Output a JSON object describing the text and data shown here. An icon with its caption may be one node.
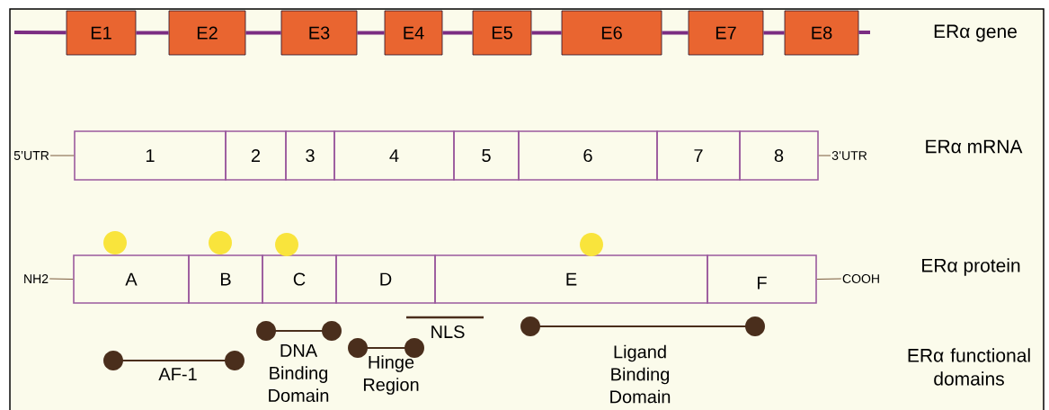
{
  "diagram": {
    "nodes": [
      {
        "text": [
          "E1"
        ]
      },
      {
        "text": [
          "E2"
        ]
      },
      {
        "text": [
          "E3"
        ]
      },
      {
        "text": [
          "E4"
        ]
      },
      {
        "text": [
          "E5"
        ]
      },
      {
        "text": [
          "E6"
        ]
      },
      {
        "text": [
          "E7"
        ]
      },
      {
        "text": [
          "E8"
        ]
      },
      {
        "text": [
          "5’UTR"
        ]
      },
      {
        "text": [
          "1"
        ]
      },
      {
        "text": [
          "2"
        ]
      },
      {
        "text": [
          "3"
        ]
      },
      {
        "text": [
          "4"
        ]
      },
      {
        "text": [
          "5"
        ]
      },
      {
        "text": [
          "6"
        ]
      },
      {
        "text": [
          "7"
        ]
      },
      {
        "text": [
          "8"
        ]
      },
      {
        "text": [
          "3’UTR"
        ]
      },
      {
        "text": [
          "NH2"
        ]
      },
      {
        "text": [
          "A"
        ]
      },
      {
        "text": [
          "B"
        ]
      },
      {
        "text": [
          "C"
        ]
      },
      {
        "text": [
          "D"
        ]
      },
      {
        "text": [
          "E"
        ]
      },
      {
        "text": [
          "F"
        ]
      },
      {
        "text": [
          "COOH"
        ]
      }
    ],
    "edges": [
      {
        "from": null,
        "to": 0,
        "arrow": "none"
      },
      {
        "from": 0,
        "to": 1,
        "arrow": "none"
      },
      {
        "from": 1,
        "to": 2,
        "arrow": "none"
      },
      {
        "from": 2,
        "to": 3,
        "arrow": "none"
      },
      {
        "from": 3,
        "to": 4,
        "arrow": "none"
      },
      {
        "from": 4,
        "to": 5,
        "arrow": "none"
      },
      {
        "from": 5,
        "to": 6,
        "arrow": "none"
      },
      {
        "from": 6,
        "to": 7,
        "arrow": "none"
      },
      {
        "from": 7,
        "to": null,
        "arrow": "none"
      },
      {
        "from": 8,
        "to": 9,
        "arrow": "none",
        "color": "#7a5a3c"
      },
      {
        "from": 16,
        "to": 17,
        "arrow": "none",
        "color": "#7a5a3c"
      },
      {
        "from": 18,
        "to": 19,
        "arrow": "none",
        "color": "#7a5a3c"
      },
      {
        "from": 24,
        "to": 25,
        "arrow": "none",
        "color": "#7a5a3c"
      }
    ],
    "labels": [
      "ERα gene",
      "ERα mRNA",
      "ERα protein",
      "NLS",
      "DNA Binding Domain",
      "Hinge Region",
      "Ligand Binding Domain",
      "ERα functional domains",
      "AF-1"
    ]
  }
}
